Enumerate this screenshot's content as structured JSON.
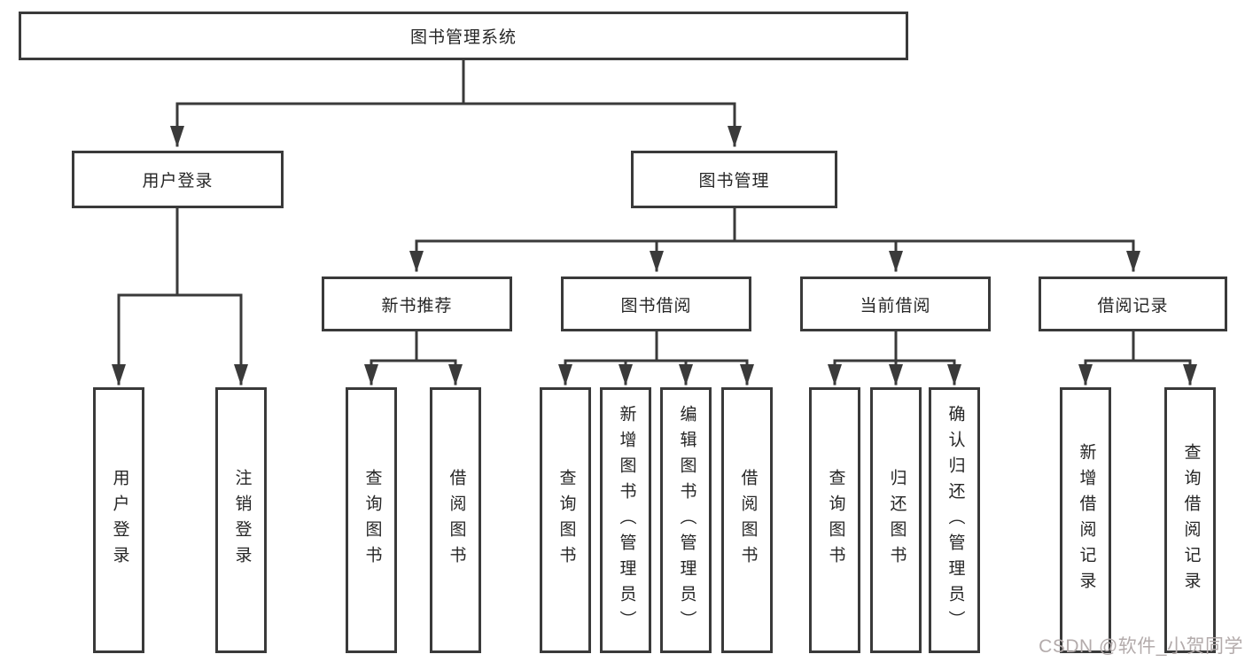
{
  "tree": {
    "root": {
      "label": "图书管理系统",
      "children": [
        {
          "label": "用户登录",
          "children": [
            {
              "label": "用户登录"
            },
            {
              "label": "注销登录"
            }
          ]
        },
        {
          "label": "图书管理",
          "children": [
            {
              "label": "新书推荐",
              "children": [
                {
                  "label": "查询图书"
                },
                {
                  "label": "借阅图书"
                }
              ]
            },
            {
              "label": "图书借阅",
              "children": [
                {
                  "label": "查询图书"
                },
                {
                  "label": "新增图书（管理员）"
                },
                {
                  "label": "编辑图书（管理员）"
                },
                {
                  "label": "借阅图书"
                }
              ]
            },
            {
              "label": "当前借阅",
              "children": [
                {
                  "label": "查询图书"
                },
                {
                  "label": "归还图书"
                },
                {
                  "label": "确认归还（管理员）"
                }
              ]
            },
            {
              "label": "借阅记录",
              "children": [
                {
                  "label": "新增借阅记录"
                },
                {
                  "label": "查询借阅记录"
                }
              ]
            }
          ]
        }
      ]
    }
  },
  "watermark": {
    "text": "CSDN @软件_小贺同学"
  },
  "colors": {
    "line": "#3a3a3a",
    "box_border": "#3a3a3a",
    "box_background": "#ffffff",
    "text": "#262626",
    "watermark": "#b3abab"
  }
}
